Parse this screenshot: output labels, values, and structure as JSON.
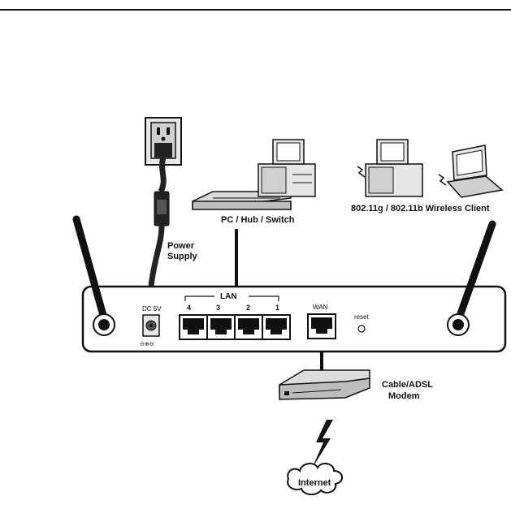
{
  "labels": {
    "power_supply_line1": "Power",
    "power_supply_line2": "Supply",
    "pc_hub_switch": "PC / Hub / Switch",
    "wireless_clients": "802.11g / 802.11b Wireless Client",
    "lan": "LAN",
    "lan_ports": [
      "4",
      "3",
      "2",
      "1"
    ],
    "dc_5v": "DC 5V",
    "wan": "WAN",
    "reset": "reset",
    "modem_line1": "Cable/ADSL",
    "modem_line2": "Modem",
    "internet": "Internet"
  }
}
